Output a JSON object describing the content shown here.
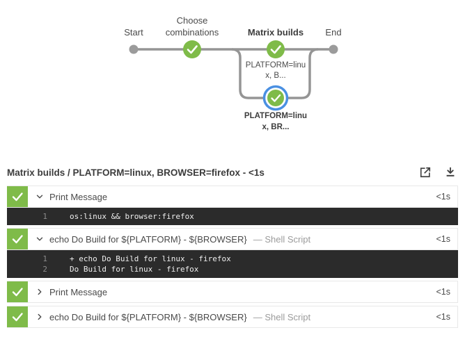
{
  "graph": {
    "stages": {
      "start": "Start",
      "choose_line1": "Choose",
      "choose_line2": "combinations",
      "matrix": "Matrix builds",
      "end": "End"
    },
    "branches": {
      "top_line1": "PLATFORM=linu",
      "top_line2": "x, B...",
      "selected_line1": "PLATFORM=linu",
      "selected_line2": "x, BR..."
    }
  },
  "header": {
    "title": "Matrix builds / PLATFORM=linux, BROWSER=firefox - <1s",
    "open_icon": "external-link-icon",
    "download_icon": "download-icon"
  },
  "steps": [
    {
      "label": "Print Message",
      "sub": "",
      "duration": "<1s",
      "expanded": true,
      "log": {
        "lines": [
          {
            "num": "1",
            "text": "os:linux && browser:firefox"
          }
        ]
      }
    },
    {
      "label": "echo Do Build for ${PLATFORM} - ${BROWSER}",
      "sub": "— Shell Script",
      "duration": "<1s",
      "expanded": true,
      "log": {
        "lines": [
          {
            "num": "1",
            "text": "+ echo Do Build for linux - firefox"
          },
          {
            "num": "2",
            "text": "Do Build for linux - firefox"
          }
        ]
      }
    },
    {
      "label": "Print Message",
      "sub": "",
      "duration": "<1s",
      "expanded": false
    },
    {
      "label": "echo Do Build for ${PLATFORM} - ${BROWSER}",
      "sub": "— Shell Script",
      "duration": "<1s",
      "expanded": false
    }
  ],
  "colors": {
    "success_green": "#7FBB49",
    "selected_ring_blue": "#4A90E2",
    "line_gray": "#959595",
    "console_bg": "#2B2B2B"
  }
}
